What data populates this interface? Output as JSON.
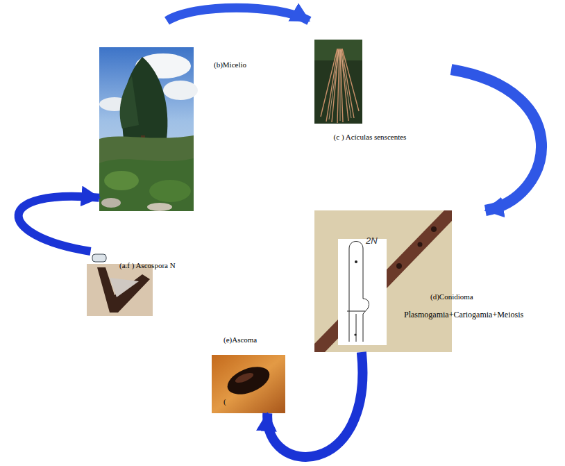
{
  "diagram": {
    "nodes": [
      {
        "text": [
          "(b)Micelio"
        ]
      },
      {
        "text": [
          "(c ) Acículas senscentes"
        ]
      },
      {
        "text": [
          "(d)Conidioma",
          "Plasmogamia+Cariogamia+Meiosis"
        ]
      },
      {
        "text": [
          "(e)Ascoma"
        ]
      },
      {
        "text": [
          "(a.f ) Ascospora N"
        ]
      }
    ],
    "edges": [
      {
        "from": 0,
        "to": 1,
        "arrow": "to"
      },
      {
        "from": 1,
        "to": 2,
        "arrow": "to"
      },
      {
        "from": 2,
        "to": 3,
        "arrow": "to"
      },
      {
        "from": 4,
        "to": 0,
        "arrow": "to"
      }
    ],
    "labels": [
      "2N",
      "("
    ]
  }
}
